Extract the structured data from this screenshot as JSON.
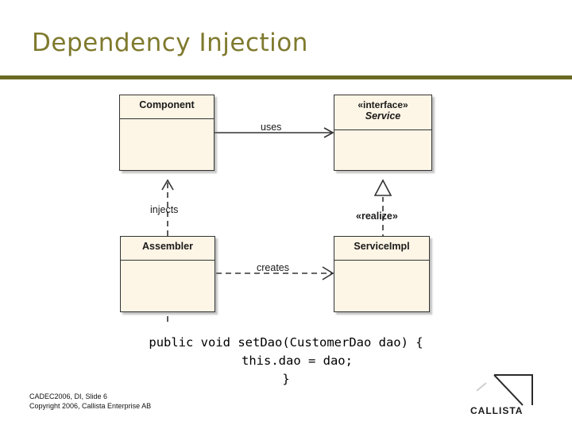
{
  "slide": {
    "title": "Dependency Injection",
    "accent_color": "#7f7a2e",
    "rule_color": "#6b6a24"
  },
  "diagram": {
    "type": "uml-class-diagram",
    "boxes": [
      {
        "id": "component",
        "name": "Component",
        "stereotype": "",
        "italic": false
      },
      {
        "id": "service",
        "name": "Service",
        "stereotype": "«interface»",
        "italic": true
      },
      {
        "id": "assembler",
        "name": "Assembler",
        "stereotype": "",
        "italic": false
      },
      {
        "id": "serviceimpl",
        "name": "ServiceImpl",
        "stereotype": "",
        "italic": false
      }
    ],
    "edges": [
      {
        "id": "uses",
        "label": "uses",
        "from": "component",
        "to": "service",
        "style": "solid"
      },
      {
        "id": "injects",
        "label": "injects",
        "from": "assembler",
        "to": "component",
        "style": "dashed"
      },
      {
        "id": "creates",
        "label": "creates",
        "from": "assembler",
        "to": "serviceimpl",
        "style": "dashed"
      },
      {
        "id": "realize",
        "label": "«realize»",
        "from": "serviceimpl",
        "to": "service",
        "style": "dashed-hollow-arrow"
      }
    ],
    "box_fill": "#fdf5e6",
    "box_stroke": "#333333"
  },
  "code": {
    "lines": [
      "public void setDao(CustomerDao dao) {",
      "   this.dao = dao;",
      "}"
    ]
  },
  "footer": {
    "line1": "CADEC2006, DI, Slide 6",
    "line2": "Copyright 2006, Callista Enterprise AB"
  },
  "logo": {
    "text": "CALLISTA"
  }
}
